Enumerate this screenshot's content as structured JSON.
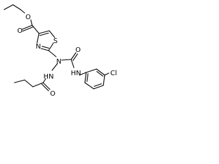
{
  "structure": {
    "colors": {
      "bond": "#000000",
      "label": "#000000",
      "background": "#ffffff"
    },
    "atom_labels": {
      "ester_o_dbl": "O",
      "ester_o": "O",
      "thiazole_s": "S",
      "thiazole_n": "N",
      "hydrazine_n1": "N",
      "hydrazine_nh": "HN",
      "amide_o": "O",
      "urea_o": "O",
      "urea_nh": "HN",
      "chlorine": "Cl"
    }
  }
}
